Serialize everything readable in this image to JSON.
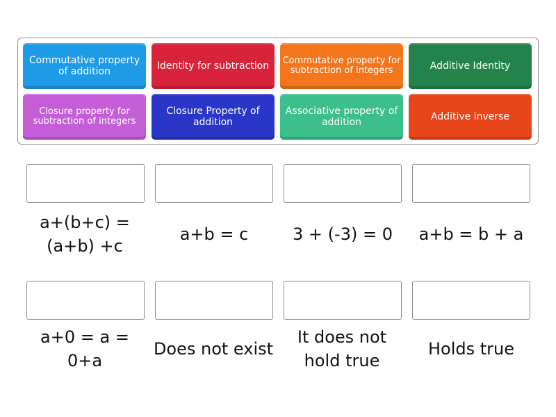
{
  "tiles": [
    {
      "label": "Commutative property of addition",
      "color": "#1e9be6"
    },
    {
      "label": "Identity for subtraction",
      "color": "#d9233a"
    },
    {
      "label": "Commutative property for subtraction of integers",
      "color": "#f4761c"
    },
    {
      "label": "Additive Identity",
      "color": "#23834a"
    },
    {
      "label": "Closure property for subtraction of integers",
      "color": "#c45ed6"
    },
    {
      "label": "Closure Property of addition",
      "color": "#2a36c8"
    },
    {
      "label": "Associative property of addition",
      "color": "#3cbf8a"
    },
    {
      "label": "Additive inverse",
      "color": "#e8461a"
    }
  ],
  "targets": [
    {
      "label": "a+(b+c) = (a+b) +c"
    },
    {
      "label": "a+b = c"
    },
    {
      "label": "3 + (-3) = 0"
    },
    {
      "label": "a+b = b + a"
    },
    {
      "label": "a+0 = a = 0+a"
    },
    {
      "label": "Does not exist"
    },
    {
      "label": "It does not hold true"
    },
    {
      "label": "Holds true"
    }
  ]
}
